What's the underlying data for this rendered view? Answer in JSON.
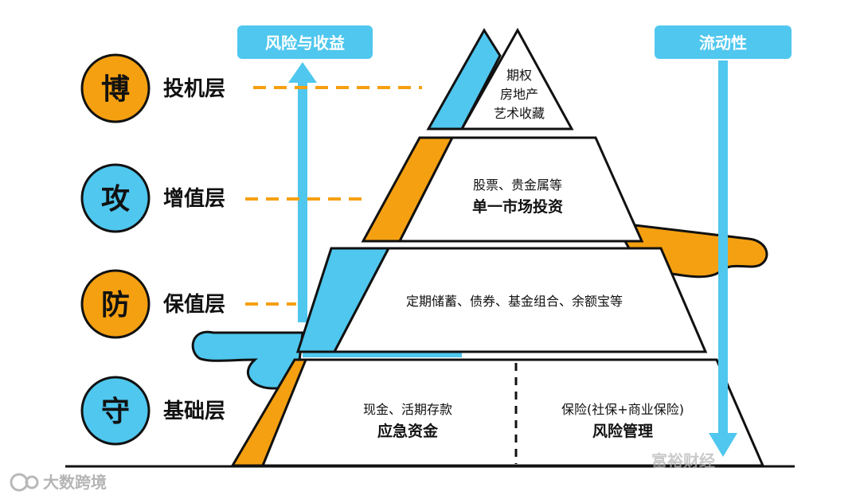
{
  "colors": {
    "orange": "#F5A011",
    "blue": "#4FC7EE",
    "outline": "#111111",
    "badge_text": "#ffffff",
    "watermark": "#b8b8b8"
  },
  "axes": {
    "left_label": "风险与收益",
    "right_label": "流动性"
  },
  "levels": [
    {
      "badge": "博",
      "badge_color": "orange",
      "name": "投机层"
    },
    {
      "badge": "攻",
      "badge_color": "blue",
      "name": "增值层"
    },
    {
      "badge": "防",
      "badge_color": "orange",
      "name": "保值层"
    },
    {
      "badge": "守",
      "badge_color": "blue",
      "name": "基础层"
    }
  ],
  "pyramid": {
    "top": {
      "lines": [
        "期权",
        "房地产",
        "艺术收藏"
      ]
    },
    "second": {
      "line1": "股票、贵金属等",
      "line2": "单一市场投资"
    },
    "third": {
      "line1": "定期储蓄、债券、基金组合、余额宝等"
    },
    "base_left": {
      "line1": "现金、活期存款",
      "line2": "应急资金"
    },
    "base_right": {
      "line1": "保险(社保+商业保险)",
      "line2": "风险管理"
    }
  },
  "watermark": {
    "left": "大数跨境",
    "right": "富裕财经"
  },
  "icons": {
    "up_arrow": "arrow-up-icon",
    "down_arrow": "arrow-down-icon",
    "watermark_logo": "logo-icon"
  }
}
